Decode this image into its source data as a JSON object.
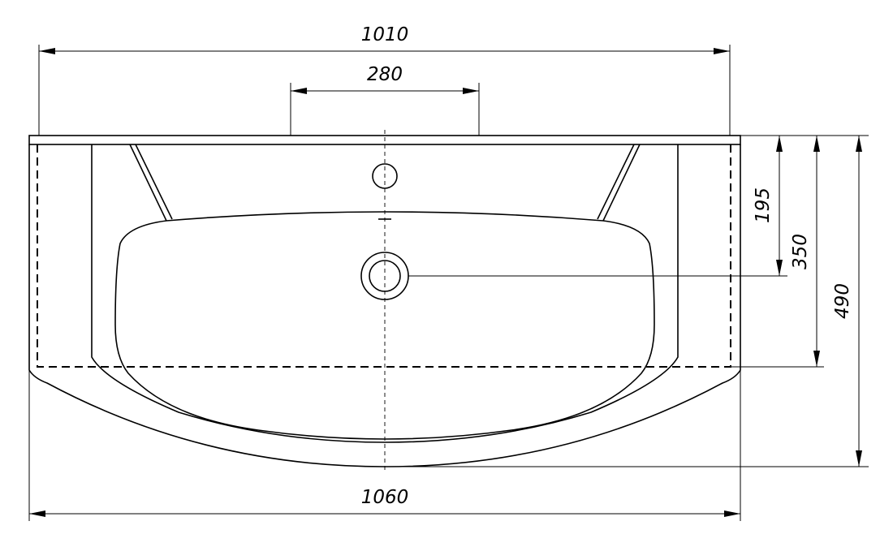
{
  "drawing": {
    "dimensions": {
      "overall_top_width": "1010",
      "mixer_spacing": "280",
      "overall_bottom_width": "1060",
      "tap_hole_depth": "195",
      "drain_depth": "350",
      "total_depth": "490"
    }
  }
}
